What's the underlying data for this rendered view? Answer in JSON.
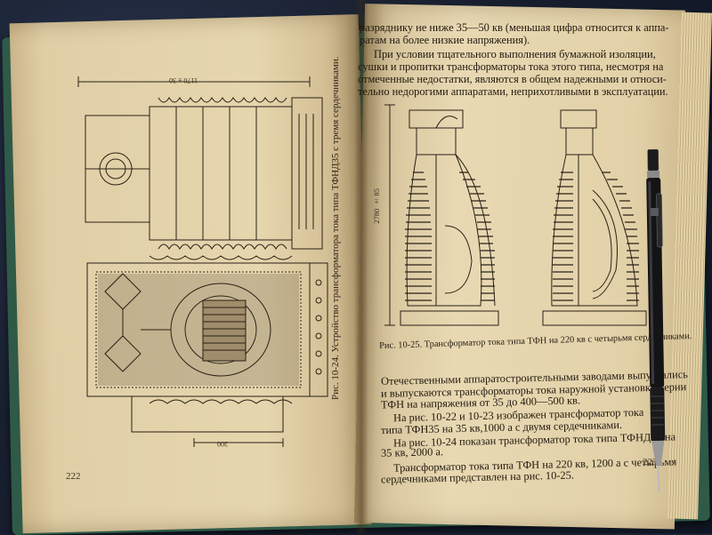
{
  "left_page": {
    "dimension_top": "1170 ± 30",
    "dimension_bottom": "300",
    "caption": "Рис. 10-24. Устройство трансформатора тока типа ТФНД35 с тремя сердечниками.",
    "page_number": "222"
  },
  "right_page": {
    "lines": [
      "разряднику не ниже 35—50 кв (меньшая цифра относится к аппа-",
      "ратам на более низкие напряжения).",
      "При условии тщательного выполнения бумажной изоляции,",
      "сушки и пропитки трансформаторы тока этого типа, несмотря на",
      "отмеченные недостатки, являются в общем надежными и относи-",
      "тельно недорогими аппаратами, неприхотливыми в эксплуатации."
    ],
    "dimension_vertical": "2780 ± 85",
    "figure_caption": "Рис. 10-25. Трансформатор тока типа ТФН на 220 кв с четырьмя сердечниками.",
    "body_lines": [
      "Отечественными аппаратостроительными заводами выпускались",
      "и выпускаются трансформаторы тока наружной установки серии",
      "ТФН на напряжения от 35 до 400—500 кв.",
      "На рис. 10-22 и 10-23 изображен трансформатор тока",
      "типа ТФН35 на 35 кв,1000 а с двумя сердечниками.",
      "На рис. 10-24 показан трансформатор тока типа ТФНД35 на",
      "35 кв, 2000 а.",
      "Трансформатор тока типа ТФН на 220 кв, 1200 а с четырьмя",
      "сердечниками представлен на рис. 10-25."
    ],
    "page_number": "223"
  },
  "colors": {
    "paper": "#e6d6ae",
    "ink": "#22190f",
    "cover": "#2f5a48",
    "background": "#1b2233"
  }
}
